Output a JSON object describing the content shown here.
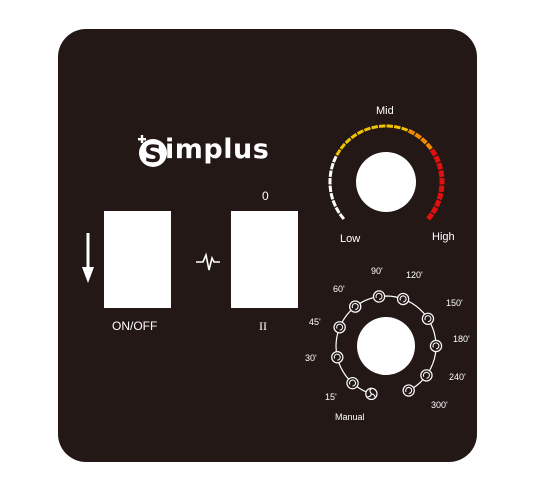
{
  "brand": {
    "name": "implus",
    "badge_letter": "S"
  },
  "switch_left": {
    "label": "ON/OFF"
  },
  "switch_right": {
    "top_label": "0",
    "bottom_label": "II"
  },
  "heat_dial": {
    "label_low": "Low",
    "label_mid": "Mid",
    "label_high": "High",
    "colors": {
      "white": "#ffffff",
      "yellow": "#f0c400",
      "orange": "#f08a00",
      "red": "#e01010"
    }
  },
  "timer_dial": {
    "positions": [
      "15'",
      "30'",
      "45'",
      "60'",
      "90'",
      "120'",
      "150'",
      "180'",
      "240'",
      "300'"
    ],
    "manual_label": "Manual"
  },
  "colors": {
    "panel": "#231816",
    "foreground": "#ffffff"
  }
}
